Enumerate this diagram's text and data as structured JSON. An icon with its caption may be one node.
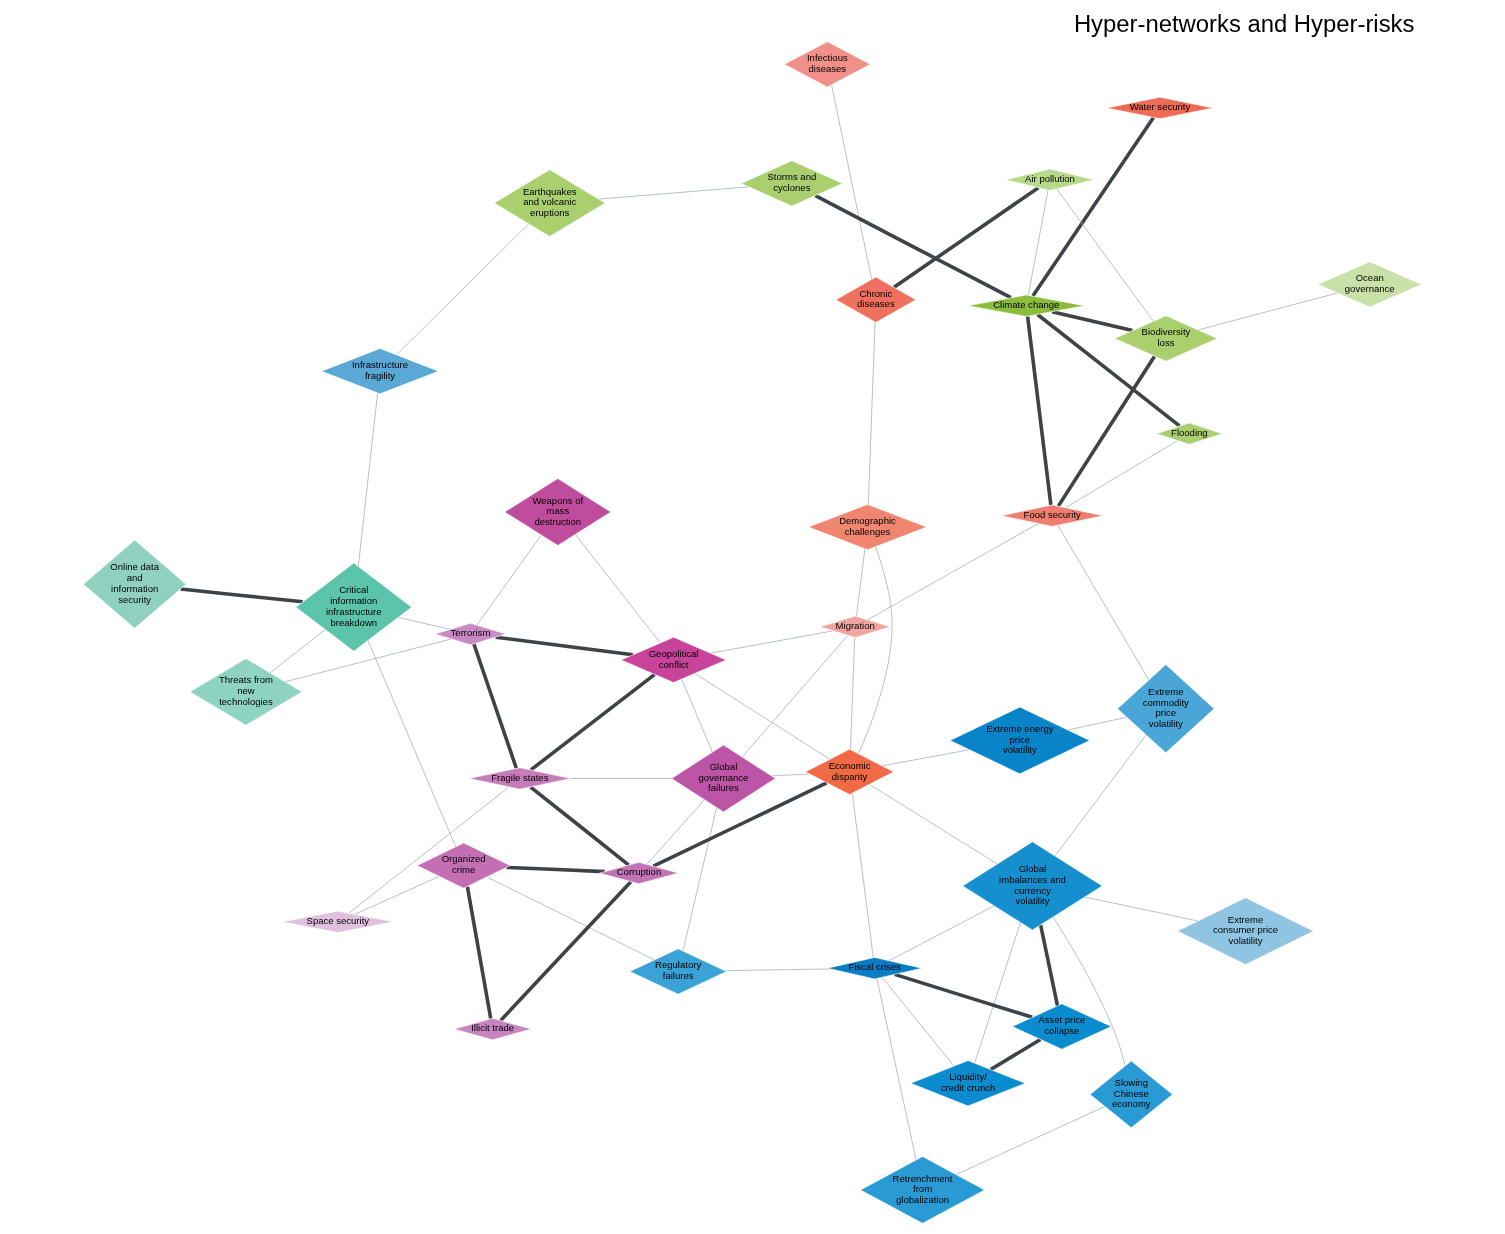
{
  "diagram": {
    "title": "Hyper-networks and Hyper-risks",
    "nodes": [
      {
        "text": [
          "Liquidity/ credit crunch"
        ]
      },
      {
        "text": [
          "Slowing Chinese economy"
        ]
      },
      {
        "text": [
          "Retrenchment from globalization"
        ]
      },
      {
        "text": [
          "Asset price collapse"
        ]
      },
      {
        "text": [
          "Global imbalances and currency volatility"
        ]
      },
      {
        "text": [
          "Fiscal crises"
        ]
      },
      {
        "text": [
          "Extreme consumer price volatility"
        ]
      },
      {
        "text": [
          "Regulatory failures"
        ]
      },
      {
        "text": [
          "Illicit trade"
        ]
      },
      {
        "text": [
          "Extreme energy price volatility"
        ]
      },
      {
        "text": [
          "Corruption"
        ]
      },
      {
        "text": [
          "Space security"
        ]
      },
      {
        "text": [
          "Extreme commodity price volatility"
        ]
      },
      {
        "text": [
          "Economic disparity"
        ]
      },
      {
        "text": [
          "Organized crime"
        ]
      },
      {
        "text": [
          "Global governance failures"
        ]
      },
      {
        "text": [
          "Demographic challenges"
        ]
      },
      {
        "text": [
          "Fragile states"
        ]
      },
      {
        "text": [
          "Online data and information security"
        ]
      },
      {
        "text": [
          "Terrorism"
        ]
      },
      {
        "text": [
          "Infectious diseases"
        ]
      },
      {
        "text": [
          "Migration"
        ]
      },
      {
        "text": [
          "Geopolitical conflict"
        ]
      },
      {
        "text": [
          "Water security"
        ]
      },
      {
        "text": [
          "Food security"
        ]
      },
      {
        "text": [
          "Weapons of mass destruction"
        ]
      },
      {
        "text": [
          "Critical information infrastructure breakdown"
        ]
      },
      {
        "text": [
          "Chronic diseases"
        ]
      },
      {
        "text": [
          "Threats from new technologies"
        ]
      },
      {
        "text": [
          "Biodiversity loss"
        ]
      },
      {
        "text": [
          "Climate change"
        ]
      },
      {
        "text": [
          "Air pollution"
        ]
      },
      {
        "text": [
          "Infrastructure fragility"
        ]
      },
      {
        "text": [
          "Ocean governance"
        ]
      },
      {
        "text": [
          "Flooding"
        ]
      },
      {
        "text": [
          "Storms and cyclones"
        ]
      },
      {
        "text": [
          "Earthquakes and volcanic eruptions"
        ]
      }
    ],
    "edges": [
      {
        "from": 0,
        "to": 3,
        "arrow": "none",
        "style": "thick",
        "color": "#3d4347"
      },
      {
        "from": 0,
        "to": 5,
        "arrow": "none"
      },
      {
        "from": 0,
        "to": 4,
        "arrow": "none"
      },
      {
        "from": 3,
        "to": 5,
        "arrow": "none",
        "style": "thick",
        "color": "#3d4347"
      },
      {
        "from": 3,
        "to": 4,
        "arrow": "none",
        "style": "thick",
        "color": "#3d4347"
      },
      {
        "from": 4,
        "to": 5,
        "arrow": "none"
      },
      {
        "from": 1,
        "to": 4,
        "arrow": "none"
      },
      {
        "from": 1,
        "to": 2,
        "arrow": "none"
      },
      {
        "from": 2,
        "to": 5,
        "arrow": "none"
      },
      {
        "from": 4,
        "to": 13,
        "arrow": "none"
      },
      {
        "from": 5,
        "to": 7,
        "arrow": "none"
      },
      {
        "from": 5,
        "to": 13,
        "arrow": "none"
      },
      {
        "from": 6,
        "to": 4,
        "arrow": "none"
      },
      {
        "from": 9,
        "to": 13,
        "arrow": "none"
      },
      {
        "from": 9,
        "to": 12,
        "arrow": "none"
      },
      {
        "from": 12,
        "to": 4,
        "arrow": "none"
      },
      {
        "from": 12,
        "to": 24,
        "arrow": "none"
      },
      {
        "from": 13,
        "to": 10,
        "arrow": "none",
        "style": "thick",
        "color": "#3d4347"
      },
      {
        "from": 13,
        "to": 22,
        "arrow": "none"
      },
      {
        "from": 13,
        "to": 16,
        "arrow": "none"
      },
      {
        "from": 13,
        "to": 15,
        "arrow": "none"
      },
      {
        "from": 13,
        "to": 21,
        "arrow": "none"
      },
      {
        "from": 7,
        "to": 15,
        "arrow": "none"
      },
      {
        "from": 7,
        "to": 14,
        "arrow": "none"
      },
      {
        "from": 10,
        "to": 8,
        "arrow": "none",
        "style": "thick",
        "color": "#3d4347"
      },
      {
        "from": 8,
        "to": 14,
        "arrow": "none",
        "style": "thick",
        "color": "#3d4347"
      },
      {
        "from": 10,
        "to": 14,
        "arrow": "none",
        "style": "thick",
        "color": "#3d4347"
      },
      {
        "from": 10,
        "to": 17,
        "arrow": "none",
        "style": "thick",
        "color": "#3d4347"
      },
      {
        "from": 10,
        "to": 15,
        "arrow": "none"
      },
      {
        "from": 15,
        "to": 17,
        "arrow": "none"
      },
      {
        "from": 17,
        "to": 22,
        "arrow": "none",
        "style": "thick",
        "color": "#3d4347"
      },
      {
        "from": 17,
        "to": 19,
        "arrow": "none",
        "style": "thick",
        "color": "#3d4347"
      },
      {
        "from": 22,
        "to": 19,
        "arrow": "none",
        "style": "thick",
        "color": "#3d4347"
      },
      {
        "from": 22,
        "to": 15,
        "arrow": "none"
      },
      {
        "from": 22,
        "to": 25,
        "arrow": "none"
      },
      {
        "from": 19,
        "to": 25,
        "arrow": "none"
      },
      {
        "from": 19,
        "to": 26,
        "arrow": "none"
      },
      {
        "from": 14,
        "to": 26,
        "arrow": "none"
      },
      {
        "from": 18,
        "to": 26,
        "arrow": "none",
        "style": "thick",
        "color": "#3d4347"
      },
      {
        "from": 11,
        "to": 14,
        "arrow": "none"
      },
      {
        "from": 11,
        "to": 17,
        "arrow": "none"
      },
      {
        "from": 26,
        "to": 32,
        "arrow": "none"
      },
      {
        "from": 16,
        "to": 21,
        "arrow": "none"
      },
      {
        "from": 16,
        "to": 27,
        "arrow": "none"
      },
      {
        "from": 20,
        "to": 27,
        "arrow": "none"
      },
      {
        "from": 27,
        "to": 31,
        "arrow": "none",
        "style": "thick",
        "color": "#3d4347"
      },
      {
        "from": 24,
        "to": 30,
        "arrow": "none",
        "style": "thick",
        "color": "#3d4347"
      },
      {
        "from": 24,
        "to": 29,
        "arrow": "none",
        "style": "thick",
        "color": "#3d4347"
      },
      {
        "from": 23,
        "to": 30,
        "arrow": "none",
        "style": "thick",
        "color": "#3d4347"
      },
      {
        "from": 30,
        "to": 29,
        "arrow": "none",
        "style": "thick",
        "color": "#3d4347"
      },
      {
        "from": 30,
        "to": 34,
        "arrow": "none",
        "style": "thick",
        "color": "#3d4347"
      },
      {
        "from": 30,
        "to": 35,
        "arrow": "none",
        "style": "thick",
        "color": "#3d4347"
      },
      {
        "from": 24,
        "to": 34,
        "arrow": "none"
      },
      {
        "from": 31,
        "to": 30,
        "arrow": "none"
      },
      {
        "from": 31,
        "to": 29,
        "arrow": "none"
      },
      {
        "from": 29,
        "to": 33,
        "arrow": "none"
      },
      {
        "from": 28,
        "to": 19,
        "arrow": "none"
      },
      {
        "from": 28,
        "to": 26,
        "arrow": "none"
      },
      {
        "from": 21,
        "to": 22,
        "arrow": "none"
      },
      {
        "from": 21,
        "to": 15,
        "arrow": "none"
      },
      {
        "from": 21,
        "to": 24,
        "arrow": "none"
      },
      {
        "from": 32,
        "to": 36,
        "arrow": "none"
      },
      {
        "from": 35,
        "to": 36,
        "arrow": "none"
      }
    ]
  }
}
